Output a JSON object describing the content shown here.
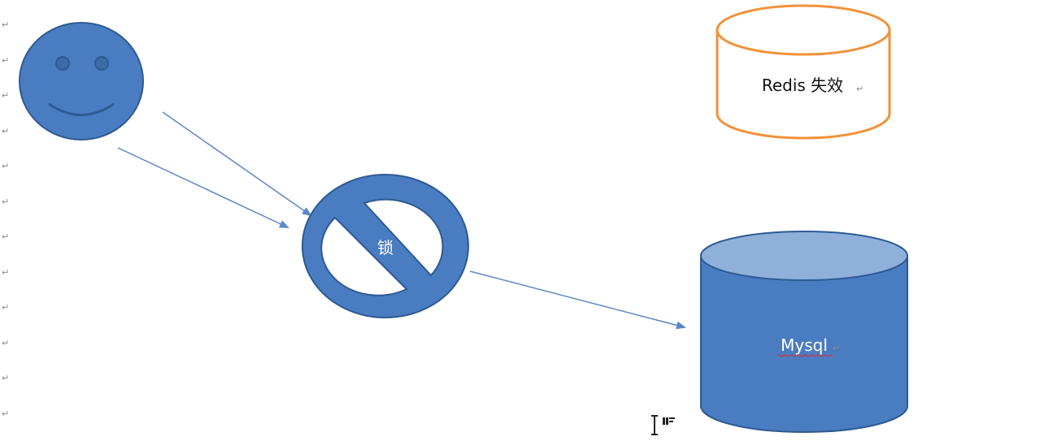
{
  "document": {
    "paragraph_mark": "↵",
    "paragraph_mark_count": 12
  },
  "diagram": {
    "user": {
      "icon": "smiley-face-icon",
      "fill": "#4a7cc2",
      "stroke": "#2e5a92"
    },
    "lock": {
      "icon": "no-symbol-icon",
      "label": "锁",
      "fill": "#4a7cc2",
      "stroke": "#2e5a92"
    },
    "redis": {
      "label": "Redis 失效",
      "mark": "↵",
      "stroke": "#f0923a",
      "fill": "#ffffff"
    },
    "mysql": {
      "label": "Mysql",
      "mark": "↵",
      "fill": "#4a7cc2",
      "top_fill": "#8fb0da",
      "stroke": "#2e5a92"
    },
    "arrow_color": "#5b87c6"
  },
  "cursor": {
    "icon": "text-cursor-icon"
  }
}
